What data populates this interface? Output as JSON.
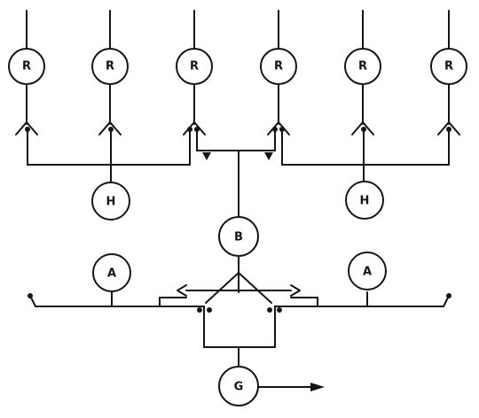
{
  "diagram": {
    "nodes": {
      "r1": "R",
      "r2": "R",
      "r3": "R",
      "r4": "R",
      "r5": "R",
      "r6": "R",
      "h_left": "H",
      "h_right": "H",
      "b": "B",
      "a_left": "A",
      "a_right": "A",
      "g": "G"
    },
    "colors": {
      "ink": "#151515",
      "background": "#ffffff"
    }
  }
}
